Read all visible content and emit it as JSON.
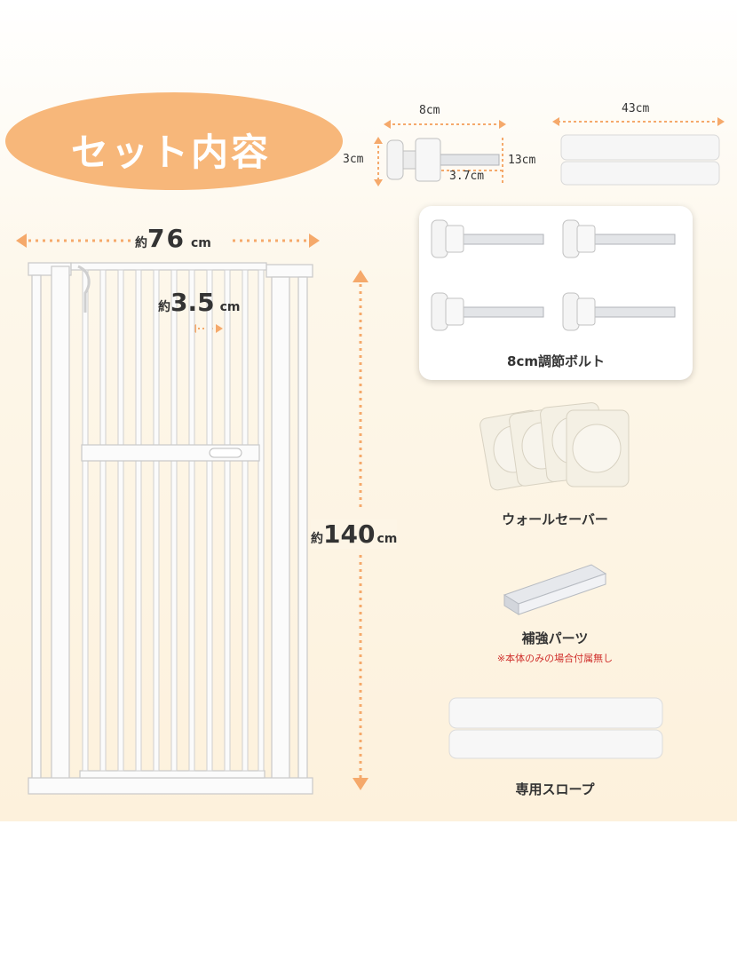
{
  "title": "セット内容",
  "gate": {
    "width_prefix": "約",
    "width_value": "76",
    "width_unit": "cm",
    "gap_prefix": "約",
    "gap_value": "3.5",
    "gap_unit": "cm",
    "height_prefix": "約",
    "height_value": "140",
    "height_unit": "cm"
  },
  "bolt_dims": {
    "length": "8cm",
    "diameter": "3cm",
    "max": "13cm",
    "short": "3.7cm"
  },
  "slope_top_dim": "43cm",
  "bolts_label": "8cm調節ボルト",
  "wall_saver_label": "ウォールセーバー",
  "reinforce_label": "補強パーツ",
  "reinforce_note": "※本体のみの場合付属無し",
  "slope_label": "専用スロープ",
  "colors": {
    "accent": "#f7b77a",
    "arrow": "#f5a96b",
    "note": "#d0312d"
  }
}
